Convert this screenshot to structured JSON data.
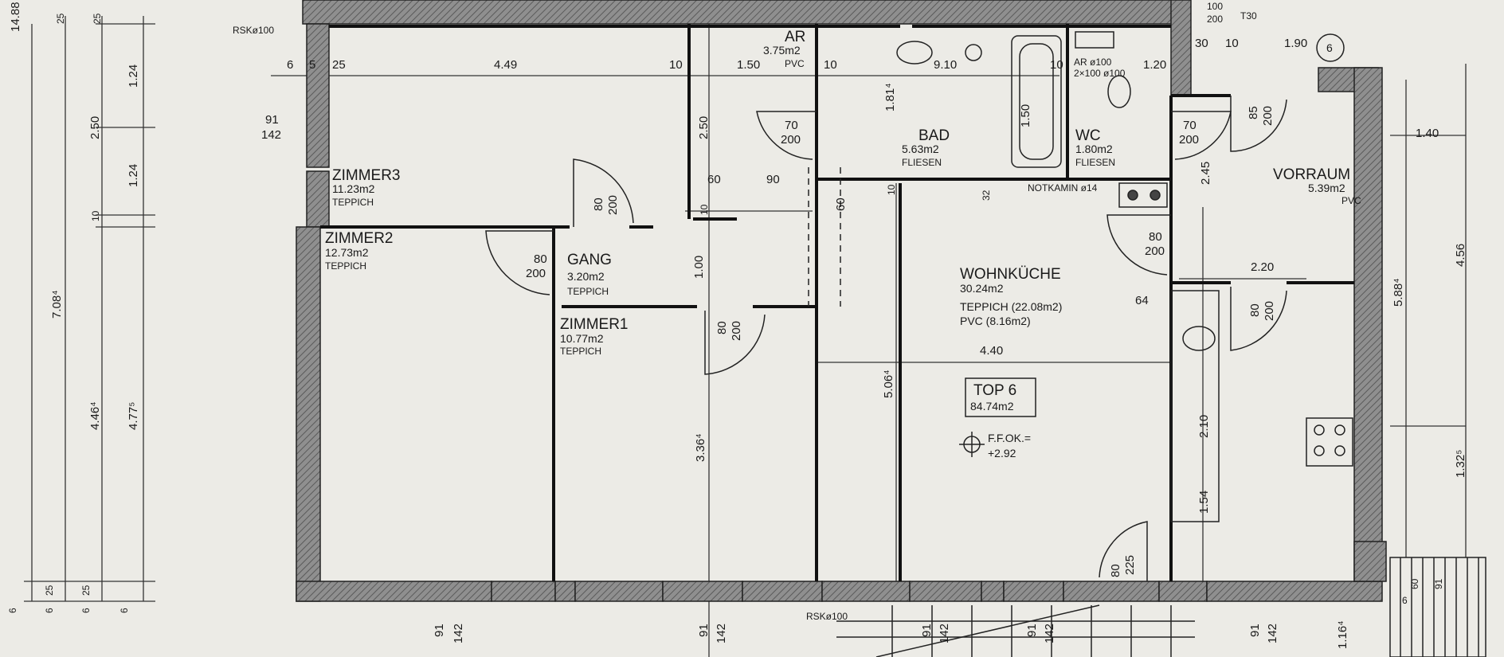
{
  "rooms": {
    "zimmer3": {
      "name": "ZIMMER3",
      "area": "11.23m2",
      "floor": "TEPPICH"
    },
    "zimmer2": {
      "name": "ZIMMER2",
      "area": "12.73m2",
      "floor": "TEPPICH"
    },
    "zimmer1": {
      "name": "ZIMMER1",
      "area": "10.77m2",
      "floor": "TEPPICH"
    },
    "gang": {
      "name": "GANG",
      "area": "3.20m2",
      "floor": "TEPPICH"
    },
    "ar_left": {
      "name": "AR",
      "area": "3.75m2",
      "floor": "PVC"
    },
    "bad": {
      "name": "BAD",
      "area": "5.63m2",
      "floor": "FLIESEN"
    },
    "wc": {
      "name": "WC",
      "area": "1.80m2",
      "floor": "FLIESEN"
    },
    "vorraum": {
      "name": "VORRAUM",
      "area": "5.39m2",
      "floor": "PVC"
    },
    "wohnkueche": {
      "name": "WOHNKÜCHE",
      "area": "30.24m2",
      "floor1": "TEPPICH (22.08m2)",
      "floor2": "PVC (8.16m2)"
    }
  },
  "unit": {
    "name": "TOP 6",
    "area": "84.74m2"
  },
  "level": {
    "label": "F.F.OK.=",
    "value": "+2.92"
  },
  "labels": {
    "rsk_top": "RSKø100",
    "rsk_bottom": "RSKø100",
    "notkamin": "NOTKAMIN ø14",
    "ar_small": "AR ø100",
    "ar_small2": "2×100 ø100",
    "t30": "T30",
    "stair_no": "6"
  },
  "dims": {
    "left_total": "14.88",
    "d_25a": "25",
    "d_25b": "25",
    "d_6a": "6",
    "d_5": "5",
    "d_25c": "25",
    "d_449": "4.49",
    "d_10a": "10",
    "d_150": "1.50",
    "d_10b": "10",
    "d_10c": "10",
    "d_910": "9.10",
    "d_120": "1.20",
    "d_30": "30",
    "d_10d": "10",
    "d_190": "1.90",
    "d_100": "100",
    "d_200": "200",
    "d_91a": "91",
    "d_142a": "142",
    "d_124a": "1.24",
    "d_250a": "2.50",
    "d_124b": "1.24",
    "d_10e": "10",
    "d_708": "7.08⁴",
    "d_446": "4.46⁴",
    "d_477": "4.77⁵",
    "d_6b": "6",
    "d_25d": "25",
    "d_6c": "6",
    "d_25e": "25",
    "d_6d": "6",
    "d_6e": "6",
    "d_250b": "2.50",
    "d_181": "1.81⁴",
    "d_150b": "1.50",
    "d_70a": "70",
    "d_200a": "200",
    "d_70b": "70",
    "d_200b": "200",
    "d_85": "85",
    "d_200c": "200",
    "d_140": "1.40",
    "d_245": "2.45",
    "d_60a": "60",
    "d_90": "90",
    "d_10f": "10",
    "d_60b": "60",
    "d_10g": "10",
    "d_32": "32",
    "d_80a": "80",
    "d_200d": "200",
    "d_80b": "80",
    "d_200e": "200",
    "d_80c": "80",
    "d_200f": "200",
    "d_100b": "1.00",
    "d_80d": "80",
    "d_200g": "200",
    "d_80e": "80",
    "d_200h": "200",
    "d_220": "2.20",
    "d_64": "64",
    "d_440": "4.40",
    "d_506": "5.06⁴",
    "d_336": "3.36⁴",
    "d_456": "4.56",
    "d_588": "5.88⁴",
    "d_210": "2.10",
    "d_154": "1.54",
    "d_132": "1.32⁵",
    "d_80f": "80",
    "d_225": "225",
    "d_116": "1.16⁴",
    "d_91b": "91",
    "d_142b": "142",
    "d_91c": "91",
    "d_142c": "142",
    "d_91d": "91",
    "d_142d": "142",
    "d_91e": "91",
    "d_142e": "142",
    "d_91f": "91",
    "d_142f": "142",
    "d_60c": "60",
    "d_91g": "91",
    "d_6f": "6"
  }
}
